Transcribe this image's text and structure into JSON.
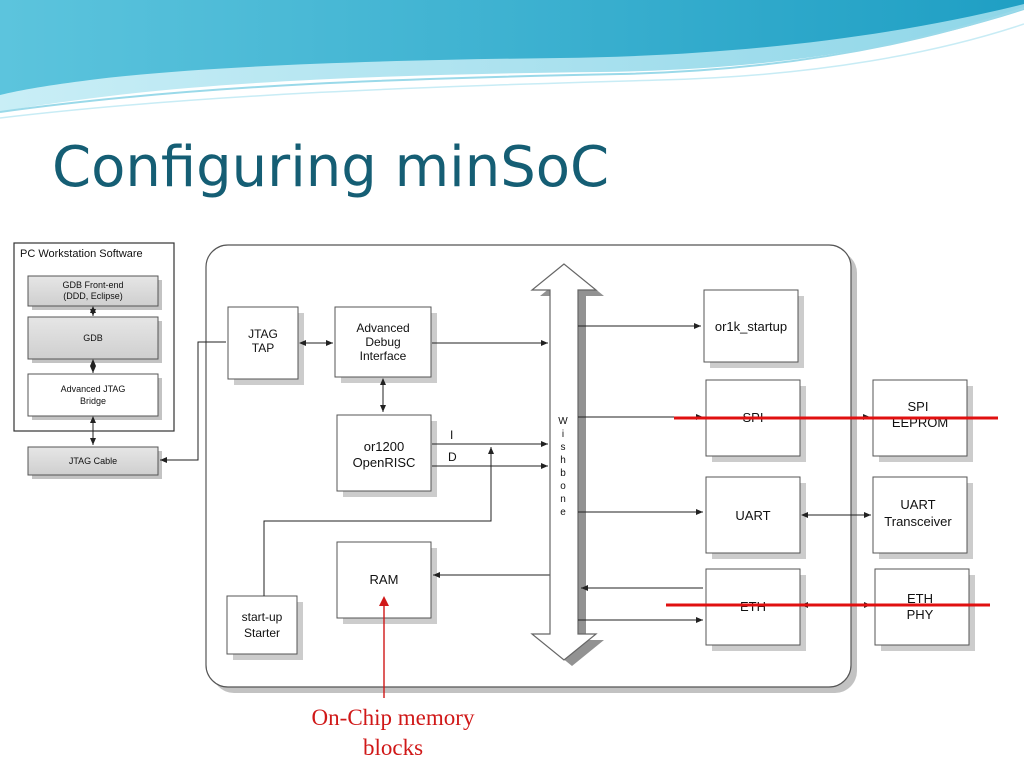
{
  "slide": {
    "title": "Configuring minSoC",
    "annotation": [
      "On-Chip memory",
      "blocks"
    ]
  },
  "pc": {
    "group_label": "PC Workstation Software",
    "gdb_frontend": [
      "GDB Front-end",
      "(DDD, Eclipse)"
    ],
    "gdb": "GDB",
    "adv_jtag_bridge": [
      "Advanced JTAG",
      "Bridge"
    ],
    "jtag_cable": "JTAG Cable"
  },
  "soc": {
    "jtag_tap": [
      "JTAG",
      "TAP"
    ],
    "adv_debug": [
      "Advanced",
      "Debug",
      "Interface"
    ],
    "or1200": [
      "or1200",
      "OpenRISC"
    ],
    "bus_i": "I",
    "bus_d": "D",
    "ram": "RAM",
    "startup_starter": [
      "start-up",
      "Starter"
    ],
    "wishbone": [
      "W",
      "i",
      "s",
      "h",
      "b",
      "o",
      "n",
      "e"
    ],
    "or1k_startup": "or1k_startup",
    "spi": "SPI",
    "uart": "UART",
    "eth": "ETH"
  },
  "external": {
    "spi_eeprom": [
      "SPI",
      "EEPROM"
    ],
    "uart_transceiver": [
      "UART",
      "Transceiver"
    ],
    "eth_phy": [
      "ETH",
      "PHY"
    ]
  },
  "colors": {
    "title": "#155e74",
    "strike": "#e01010",
    "annotation": "#d01818",
    "wave_dark": "#2aa9c9",
    "wave_light": "#a9e1ef"
  }
}
